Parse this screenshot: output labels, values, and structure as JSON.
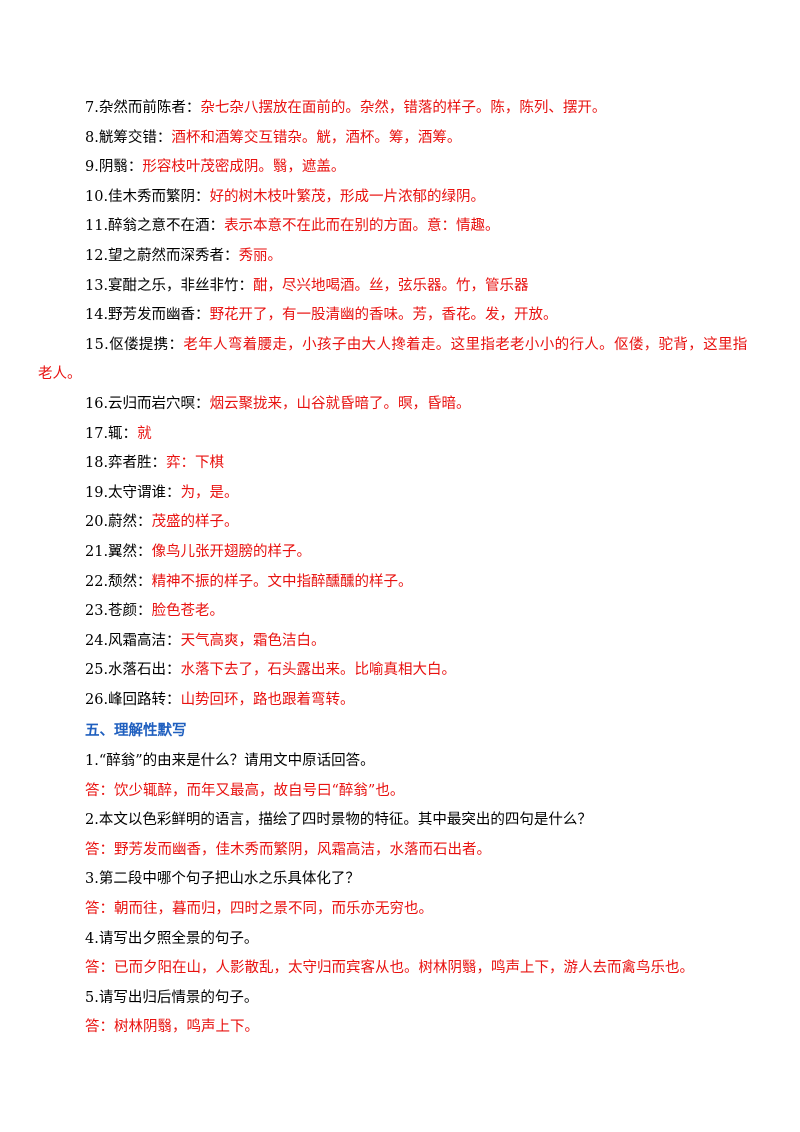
{
  "vocab": [
    {
      "term": "7.杂然而前陈者：",
      "def": "杂七杂八摆放在面前的。杂然，错落的样子。陈，陈列、摆开。"
    },
    {
      "term": "8.觥筹交错：",
      "def": "酒杯和酒筹交互错杂。觥，酒杯。筹，酒筹。"
    },
    {
      "term": "9.阴翳：",
      "def": "形容枝叶茂密成阴。翳，遮盖。"
    },
    {
      "term": "10.佳木秀而繁阴：",
      "def": "好的树木枝叶繁茂，形成一片浓郁的绿阴。"
    },
    {
      "term": "11.醉翁之意不在酒：",
      "def": "表示本意不在此而在别的方面。意：情趣。"
    },
    {
      "term": "12.望之蔚然而深秀者：",
      "def": "秀丽。"
    },
    {
      "term": "13.宴酣之乐，非丝非竹：",
      "def": "酣，尽兴地喝酒。丝，弦乐器。竹，管乐器"
    },
    {
      "term": "14.野芳发而幽香：",
      "def": "野花开了，有一股清幽的香味。芳，香花。发，开放。"
    },
    {
      "term": "15.伛偻提携：",
      "def": "老年人弯着腰走，小孩子由大人搀着走。这里指老老小小的行人。伛偻，驼背，这里指",
      "def_cont": "老人。"
    },
    {
      "term": "16.云归而岩穴暝：",
      "def": "烟云聚拢来，山谷就昏暗了。暝，昏暗。"
    },
    {
      "term": "17.辄：",
      "def": "就"
    },
    {
      "term": "18.弈者胜：",
      "def": "弈：下棋"
    },
    {
      "term": "19.太守谓谁：",
      "def": "为，是。"
    },
    {
      "term": "20.蔚然：",
      "def": "茂盛的样子。"
    },
    {
      "term": "21.翼然：",
      "def": "像鸟儿张开翅膀的样子。"
    },
    {
      "term": "22.颓然：",
      "def": "精神不振的样子。文中指醉醺醺的样子。"
    },
    {
      "term": "23.苍颜：",
      "def": "脸色苍老。"
    },
    {
      "term": "24.风霜高洁：",
      "def": "天气高爽，霜色洁白。"
    },
    {
      "term": "25.水落石出：",
      "def": "水落下去了，石头露出来。比喻真相大白。"
    },
    {
      "term": "26.峰回路转：",
      "def": "山势回环，路也跟着弯转。"
    }
  ],
  "section_title": "五、理解性默写",
  "qa": [
    {
      "q": "1.“醉翁”的由来是什么？请用文中原话回答。",
      "a": "答：饮少辄醉，而年又最高，故自号曰“醉翁”也。"
    },
    {
      "q": "2.本文以色彩鲜明的语言，描绘了四时景物的特征。其中最突出的四句是什么？",
      "a": "答：野芳发而幽香，佳木秀而繁阴，风霜高洁，水落而石出者。"
    },
    {
      "q": "3.第二段中哪个句子把山水之乐具体化了？",
      "a": "答：朝而往，暮而归，四时之景不同，而乐亦无穷也。"
    },
    {
      "q": "4.请写出夕照全景的句子。",
      "a": "答：已而夕阳在山，人影散乱，太守归而宾客从也。树林阴翳，鸣声上下，游人去而禽鸟乐也。"
    },
    {
      "q": "5.请写出归后情景的句子。",
      "a": "答：树林阴翳，鸣声上下。"
    }
  ],
  "colors": {
    "definition": "#e8110f",
    "section": "#1f5fbf",
    "text": "#000000"
  }
}
